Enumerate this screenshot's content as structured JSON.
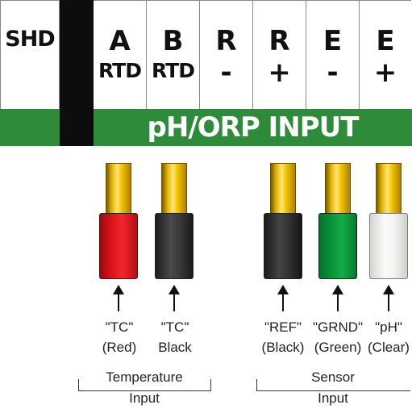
{
  "strip": {
    "shd": "SHD",
    "terminals": [
      {
        "top": "A",
        "bottom": "RTD"
      },
      {
        "top": "B",
        "bottom": "RTD"
      },
      {
        "top": "R",
        "bottom": "-"
      },
      {
        "top": "R",
        "bottom": "+"
      },
      {
        "top": "E",
        "bottom": "-"
      },
      {
        "top": "E",
        "bottom": "+"
      }
    ],
    "band_label": "pH/ORP INPUT"
  },
  "colors": {
    "band_green": "#2e8b3a",
    "shield_black": "#0d0d0d",
    "pin_gold": "#f3c800",
    "tc_red": "#e0141c",
    "tc_black": "#3a3a3a",
    "ref_black": "#333333",
    "grnd_green": "#0a9a3c",
    "ph_clear": "#f3f3f0"
  },
  "wires": [
    {
      "name": "\"TC\"",
      "color_label": "(Red)"
    },
    {
      "name": "\"TC\"",
      "color_label": "Black"
    },
    {
      "name": "\"REF\"",
      "color_label": "(Black)"
    },
    {
      "name": "\"GRND\"",
      "color_label": "(Green)"
    },
    {
      "name": "\"pH\"",
      "color_label": "(Clear)"
    }
  ],
  "groups": [
    {
      "line1": "Temperature",
      "line2": "Input"
    },
    {
      "line1": "Sensor",
      "line2": "Input"
    }
  ]
}
